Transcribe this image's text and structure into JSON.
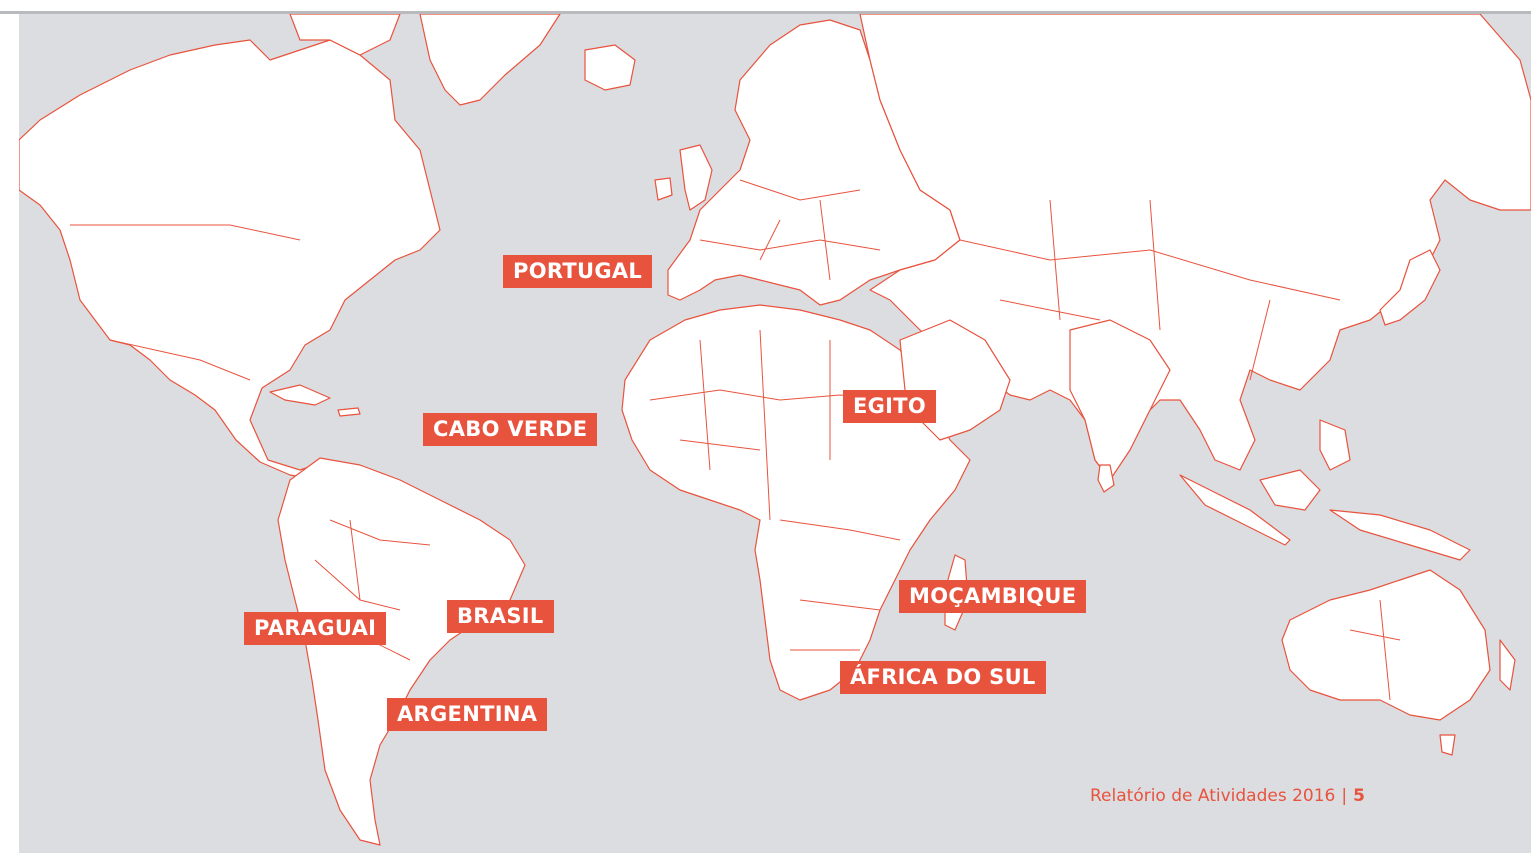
{
  "colors": {
    "ocean": "#dcdde0",
    "land": "#ffffff",
    "accent": "#e8533e"
  },
  "labels": {
    "portugal": "PORTUGAL",
    "cabo_verde": "CABO VERDE",
    "egito": "EGITO",
    "brasil": "BRASIL",
    "paraguai": "PARAGUAI",
    "argentina": "ARGENTINA",
    "mocambique": "MOÇAMBIQUE",
    "africa_do_sul": "ÁFRICA DO SUL"
  },
  "footer": {
    "report_title": "Relatório de Atividades 2016",
    "separator": "|",
    "page_number": "5"
  }
}
